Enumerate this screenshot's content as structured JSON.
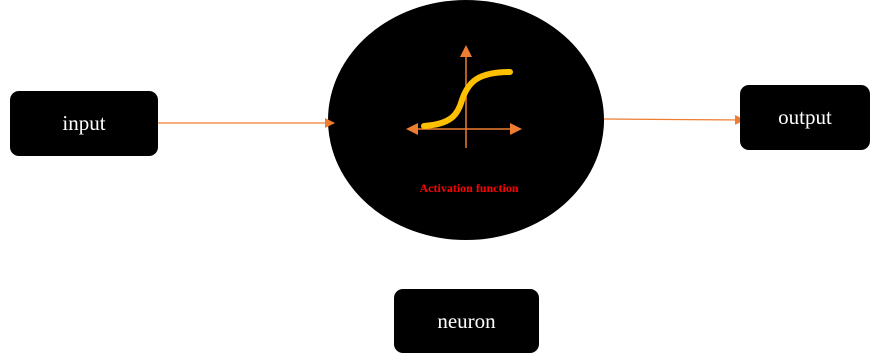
{
  "nodes": {
    "input": "input",
    "output": "output",
    "neuron": "neuron",
    "activation_label": "Activation function"
  },
  "colors": {
    "box_fill": "#000000",
    "box_text": "#ffffff",
    "arrow": "#ed7d31",
    "curve": "#ffc000",
    "label": "#ff0000"
  }
}
